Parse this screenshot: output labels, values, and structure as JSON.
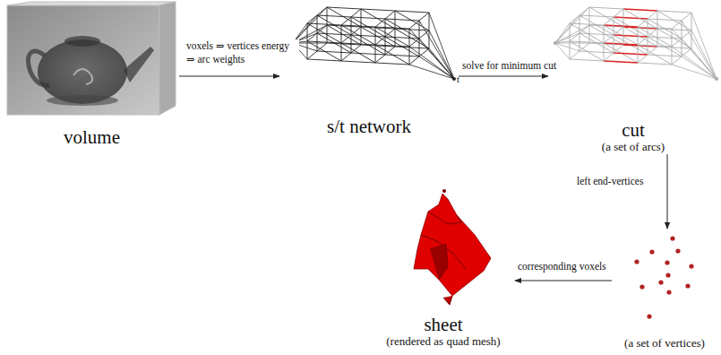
{
  "diagram": {
    "nodes": [
      {
        "text": [
          "volume"
        ]
      },
      {
        "text": [
          "s/t network"
        ]
      },
      {
        "text": [
          "cut",
          "(a set of arcs)"
        ]
      },
      {
        "text": [
          "(a set of vertices)"
        ]
      },
      {
        "text": [
          "sheet",
          "(rendered as quad mesh)"
        ]
      }
    ],
    "edges": [
      {
        "from": 0,
        "to": 1,
        "arrow": "to",
        "label": "voxels ⇒ vertices energy ⇒ arc weights"
      },
      {
        "from": 1,
        "to": 2,
        "arrow": "to",
        "label": "solve for minimum cut"
      },
      {
        "from": 2,
        "to": 3,
        "arrow": "to",
        "label": "left end-vertices"
      },
      {
        "from": 3,
        "to": 4,
        "arrow": "to",
        "label": "corresponding voxels"
      }
    ],
    "labels": [
      "s",
      "t"
    ]
  }
}
